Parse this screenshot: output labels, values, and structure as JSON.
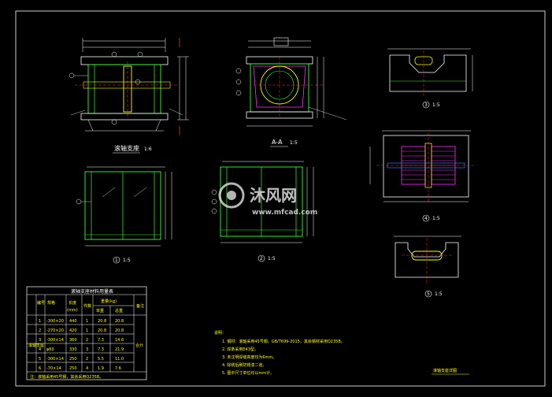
{
  "views": {
    "main_title": "滚轴支座",
    "main_scale": "1:6",
    "section_title": "A-A",
    "section_scale": "1:5",
    "detail1_label": "1",
    "detail1_scale": "1:5",
    "detail2_label": "2",
    "detail2_scale": "1:5",
    "detail3_label": "3",
    "detail3_scale": "1:5",
    "detail4_label": "4",
    "detail4_scale": "1:5",
    "detail5_label": "5",
    "detail5_scale": "1:5"
  },
  "table": {
    "title": "滚轴支座材料用量表",
    "col_seq": "编号",
    "col_spec": "规格",
    "col_len": "长度",
    "col_len_unit": "(mm)",
    "col_count": "件数",
    "col_weight": "重量(kg)",
    "col_unit": "单重",
    "col_total": "总重",
    "col_note": "备注",
    "side_label": "滚轴支座",
    "total_note": "合计",
    "rows": [
      {
        "no": "1",
        "spec": "-300×20",
        "len": "440",
        "n": "1",
        "unit": "20.8",
        "total": "20.8"
      },
      {
        "no": "2",
        "spec": "-270×20",
        "len": "420",
        "n": "1",
        "unit": "20.8",
        "total": "20.8"
      },
      {
        "no": "3",
        "spec": "-300×14",
        "len": "360",
        "n": "2",
        "unit": "7.3",
        "total": "14.6"
      },
      {
        "no": "4",
        "spec": "φ60",
        "len": "330",
        "n": "3",
        "unit": "7.3",
        "total": "21.9"
      },
      {
        "no": "5",
        "spec": "-300×14",
        "len": "250",
        "n": "2",
        "unit": "5.5",
        "total": "11.0"
      },
      {
        "no": "6",
        "spec": "-70×14",
        "len": "250",
        "n": "4",
        "unit": "1.9",
        "total": "7.6"
      }
    ],
    "footnote": "注：滚轴采用45号钢，其余采用Q235B。"
  },
  "notes": {
    "heading": "说明：",
    "lines": [
      "1. 钢材：滚轴采用45号钢，GB/T699-2015，其余钢材采用Q235B。",
      "2. 焊条采用E43型。",
      "3. 未注明焊缝高度均为6mm。",
      "4. 除锈后刷防锈漆二道。",
      "5. 图中尺寸单位均以mm计。"
    ]
  },
  "title_block": {
    "drawing_name": "滚轴支座详图"
  },
  "watermark": {
    "brand": "沐风网",
    "url": "www.mfcad.com"
  },
  "colors": {
    "background": "#000000",
    "line_white": "#ffffff",
    "line_green": "#33ff33",
    "line_red": "#ff2a2a",
    "line_magenta": "#ff33ff",
    "line_yellow": "#ffff00",
    "line_cyan": "#33ffff",
    "line_blue": "#4477ff"
  }
}
